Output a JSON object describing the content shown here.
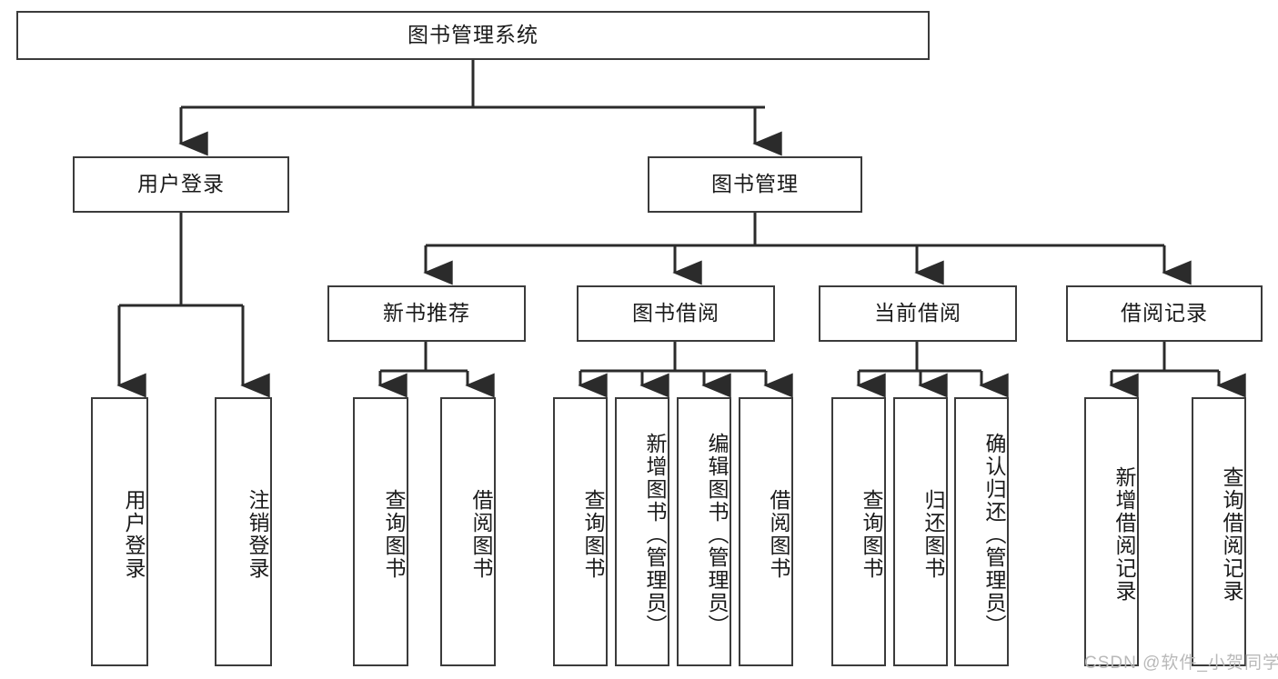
{
  "diagram": {
    "title": "图书管理系统",
    "type": "hierarchy-tree",
    "watermark": "CSDN @软件_小贺同学",
    "colors": {
      "box_border": "#3b3b3b",
      "box_fill": "#ffffff",
      "connector": "#2b2b2b",
      "text": "#1a1a1a",
      "watermark": "#b9b9b9"
    },
    "root": {
      "label": "图书管理系统"
    },
    "level2": [
      {
        "label": "用户登录"
      },
      {
        "label": "图书管理"
      }
    ],
    "level3": [
      {
        "label": "新书推荐"
      },
      {
        "label": "图书借阅"
      },
      {
        "label": "当前借阅"
      },
      {
        "label": "借阅记录"
      }
    ],
    "leaves": {
      "user_login": [
        {
          "label": "用户登录"
        },
        {
          "label": "注销登录"
        }
      ],
      "new_book_recommend": [
        {
          "label": "查询图书"
        },
        {
          "label": "借阅图书"
        }
      ],
      "book_borrow": [
        {
          "label": "查询图书"
        },
        {
          "label": "新增图书（管理员）"
        },
        {
          "label": "编辑图书（管理员）"
        },
        {
          "label": "借阅图书"
        }
      ],
      "current_borrow": [
        {
          "label": "查询图书"
        },
        {
          "label": "归还图书"
        },
        {
          "label": "确认归还（管理员）"
        }
      ],
      "borrow_record": [
        {
          "label": "新增借阅记录"
        },
        {
          "label": "查询借阅记录"
        }
      ]
    }
  }
}
